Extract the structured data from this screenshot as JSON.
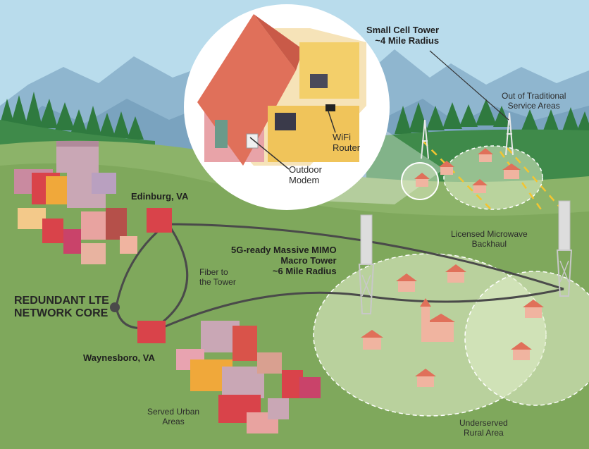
{
  "labels": {
    "small_cell": {
      "line1": "Small Cell Tower",
      "line2": "~4 Mile Radius"
    },
    "out_of_service": {
      "line1": "Out of Traditional",
      "line2": "Service Areas"
    },
    "wifi_router": {
      "line1": "WiFi",
      "line2": "Router"
    },
    "outdoor_modem": {
      "line1": "Outdoor",
      "line2": "Modem"
    },
    "edinburg": "Edinburg, VA",
    "licensed_microwave": {
      "line1": "Licensed Microwave",
      "line2": "Backhaul"
    },
    "macro_tower": {
      "line1": "5G-ready Massive MIMO",
      "line2": "Macro Tower",
      "line3": "~6 Mile Radius"
    },
    "fiber": {
      "line1": "Fiber to",
      "line2": "the Tower"
    },
    "lte_core": {
      "line1": "REDUNDANT LTE",
      "line2": "NETWORK CORE"
    },
    "waynesboro": "Waynesboro, VA",
    "served_urban": {
      "line1": "Served Urban",
      "line2": "Areas"
    },
    "underserved": {
      "line1": "Underserved",
      "line2": "Rural Area"
    }
  },
  "colors": {
    "sky": "#b9dcec",
    "mountain_far": "#8fb6cf",
    "mountain_near": "#7aa3bf",
    "forest": "#2f7a3f",
    "ground": "#8cb369",
    "ground_dark": "#6f9a52",
    "coverage": "#dfecc8",
    "fiber_line": "#4a4a4a",
    "house_roof": "#e0705a",
    "house_wall": "#f0b4a0",
    "building_red": "#d9434a",
    "tower": "#d8d8d8",
    "beam": "#f3c531"
  }
}
